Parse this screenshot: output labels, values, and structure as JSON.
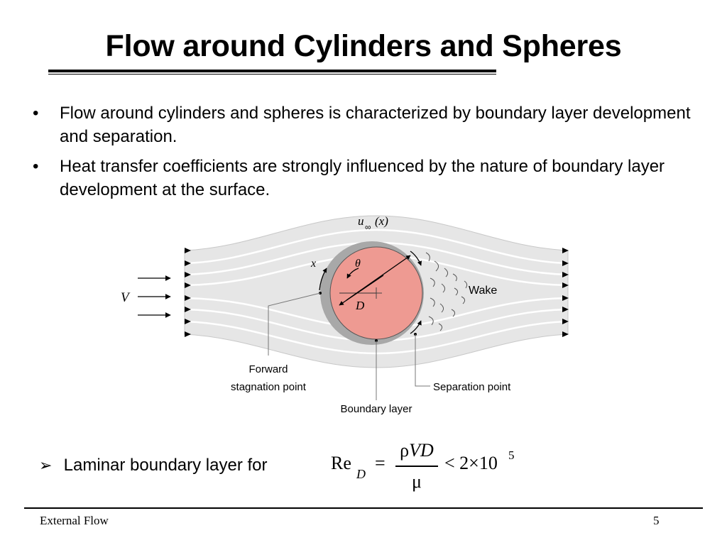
{
  "slide": {
    "title": "Flow around Cylinders and Spheres",
    "bullets": [
      {
        "marker": "•",
        "text": "Flow around cylinders and spheres is characterized by boundary layer development and separation."
      },
      {
        "marker": "•",
        "text": "Heat transfer coefficients are strongly influenced by the nature of boundary layer development at the surface."
      }
    ],
    "laminar": {
      "marker": "➢",
      "text": "Laminar boundary layer for"
    },
    "formula": {
      "re": "Re",
      "sub": "D",
      "equals": "=",
      "numerator_rho": "ρ",
      "numerator_vd": "VD",
      "denominator": "μ",
      "rhs": "< 2×10",
      "exponent": "5"
    },
    "footer": {
      "left": "External Flow",
      "page": "5"
    }
  },
  "diagram": {
    "labels": {
      "u_inf": "u",
      "u_inf_sub": "∞",
      "u_inf_arg": "(x)",
      "x": "x",
      "theta": "θ",
      "D": "D",
      "V": "V",
      "wake": "Wake",
      "forward_line1": "Forward",
      "forward_line2": "stagnation point",
      "separation": "Separation point",
      "boundary": "Boundary layer"
    },
    "colors": {
      "cylinder": "#ee9a92",
      "boundary_ring": "#a8a8a8",
      "flow_band": "#e6e6e6",
      "streamline": "#ffffff",
      "arrow": "#000000"
    }
  }
}
